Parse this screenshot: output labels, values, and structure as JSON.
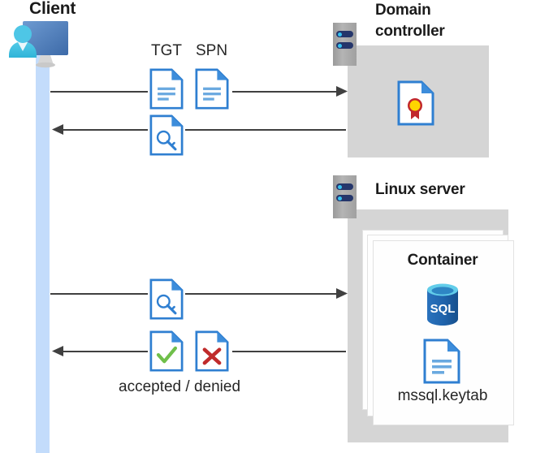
{
  "diagram": {
    "title": "Kerberos authentication flow between client, domain controller and Linux server container",
    "type": "sequence-diagram"
  },
  "actors": {
    "client": {
      "label": "Client",
      "icon": "user-with-monitor-icon"
    },
    "domain_controller": {
      "label": "Domain\ncontroller",
      "label_line1": "Domain",
      "label_line2": "controller",
      "icon": "server-rack-icon",
      "contents": [
        {
          "name": "certificate-document-icon",
          "label": ""
        }
      ]
    },
    "linux_server": {
      "label": "Linux server",
      "icon": "server-rack-icon",
      "container": {
        "label": "Container",
        "items": [
          {
            "name": "sql-database-icon",
            "label": "SQL"
          },
          {
            "name": "keytab-document-icon",
            "label": "mssql.keytab"
          }
        ]
      }
    }
  },
  "messages": [
    {
      "id": "msg-1",
      "direction": "right",
      "from": "client",
      "to": "domain_controller",
      "payload_labels": [
        "TGT",
        "SPN"
      ],
      "payload_icons": [
        "text-document-icon",
        "text-document-icon"
      ]
    },
    {
      "id": "msg-2",
      "direction": "left",
      "from": "domain_controller",
      "to": "client",
      "payload_labels": [],
      "payload_icons": [
        "key-document-icon"
      ]
    },
    {
      "id": "msg-3",
      "direction": "right",
      "from": "client",
      "to": "linux_server",
      "payload_labels": [],
      "payload_icons": [
        "key-document-icon"
      ]
    },
    {
      "id": "msg-4",
      "direction": "left",
      "from": "linux_server",
      "to": "client",
      "caption": "accepted / denied",
      "payload_icons": [
        "check-document-icon",
        "cross-document-icon"
      ]
    }
  ],
  "labels": {
    "tgt": "TGT",
    "spn": "SPN",
    "accepted_denied": "accepted / denied",
    "keytab_filename": "mssql.keytab",
    "sql_text": "SQL"
  },
  "colors": {
    "lifeline": "#c3dcfb",
    "panel_gray": "#d5d5d5",
    "rack_gray": "#a8a8a8",
    "rack_pill": "#25366b",
    "rack_dot": "#35c2f0",
    "doc_border": "#2f7fd1",
    "doc_fold": "#3d8ddb",
    "doc_line": "#6aa9e0",
    "arrow": "#404040",
    "text": "#1b1b1b",
    "check_green": "#6fbf4a",
    "cross_red": "#c02b2b",
    "cert_gold": "#ffd400",
    "cert_ribbon": "#c1272d",
    "sql_blue": "#1f6fbd",
    "sql_top": "#5ec8ec",
    "monitor_blue": "#4a7ebb",
    "person_cyan": "#3fc0e0"
  }
}
